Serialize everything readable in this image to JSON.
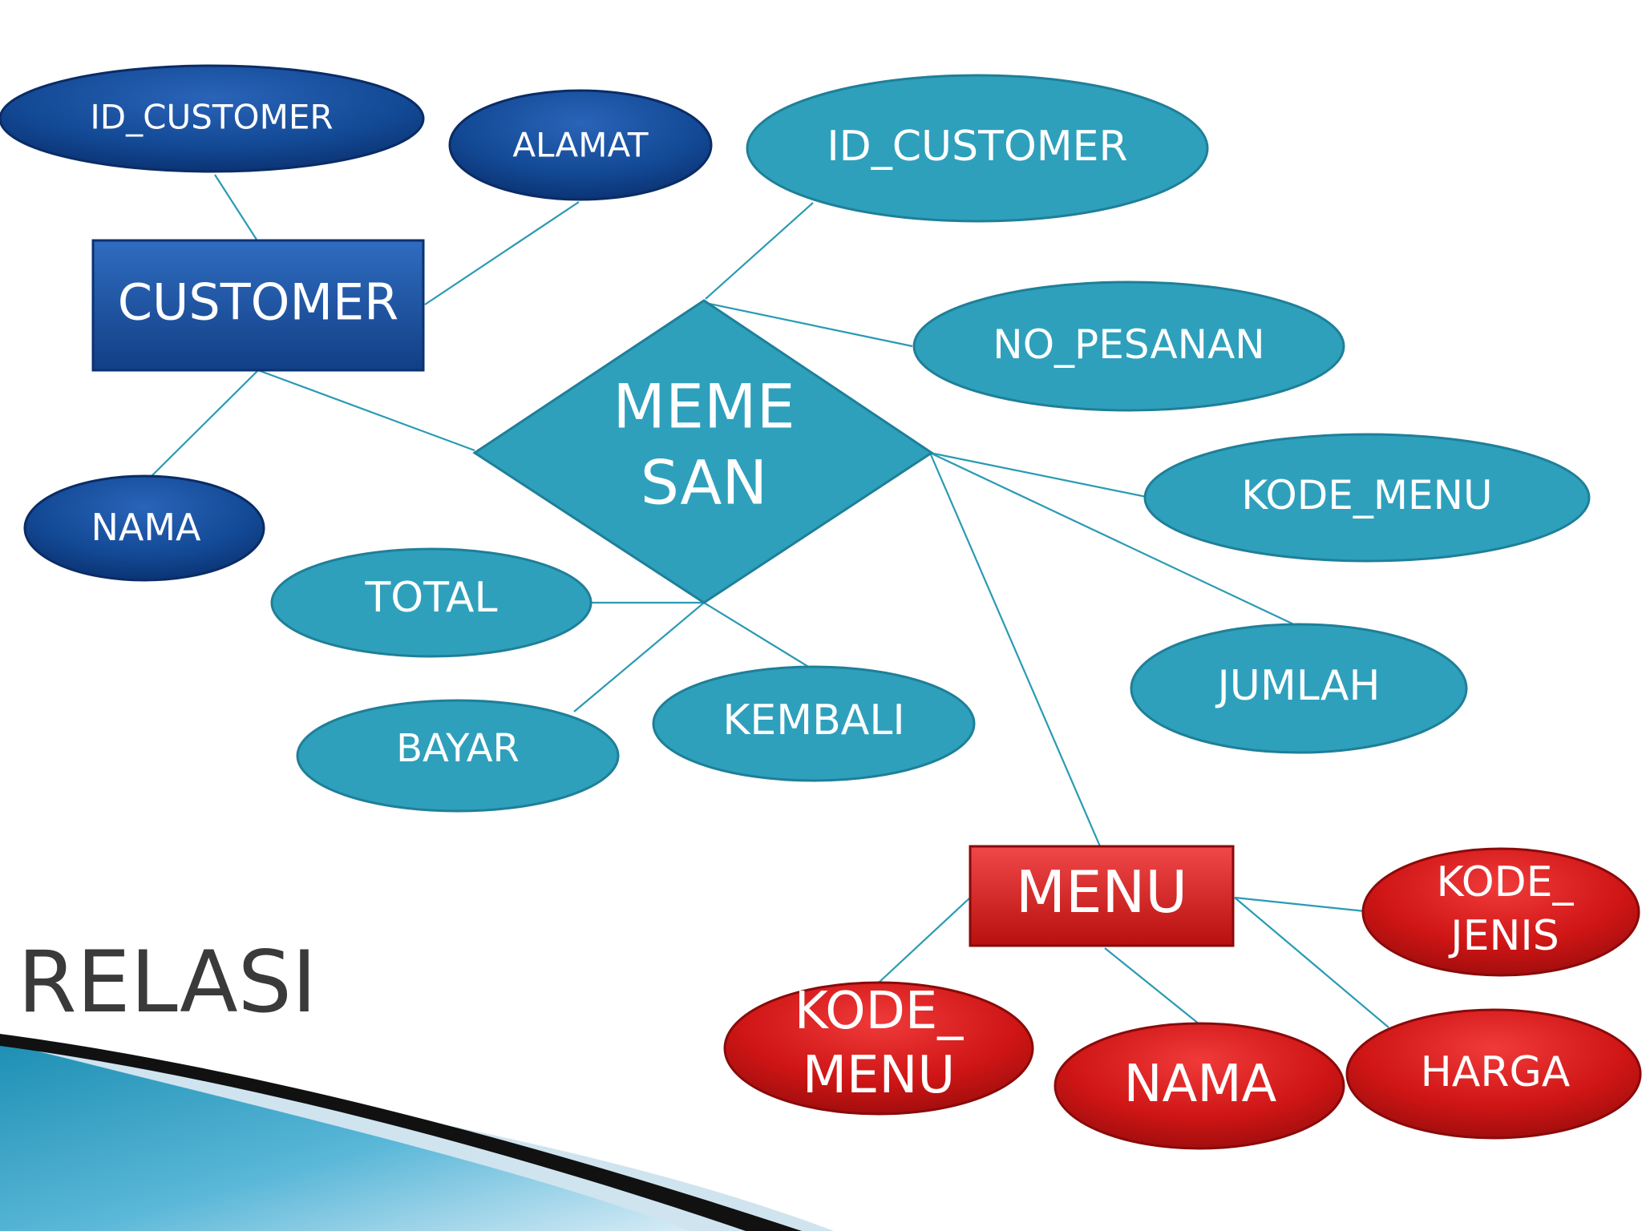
{
  "slide_title": "RELASI",
  "entities": {
    "customer": "CUSTOMER",
    "menu": "MENU"
  },
  "relationship": {
    "line1": "MEME",
    "line2": "SAN"
  },
  "customer_attributes": {
    "id_customer": "ID_CUSTOMER",
    "alamat": "ALAMAT",
    "nama": "NAMA"
  },
  "pemesanan_attributes": {
    "id_customer": "ID_CUSTOMER",
    "no_pesanan": "NO_PESANAN",
    "kode_menu": "KODE_MENU",
    "jumlah": "JUMLAH",
    "total": "TOTAL",
    "bayar": "BAYAR",
    "kembali": "KEMBALI"
  },
  "menu_attributes": {
    "kode_jenis_line1": "KODE_",
    "kode_jenis_line2": "JENIS",
    "kode_menu_line1": "KODE_",
    "kode_menu_line2": "MENU",
    "nama": "NAMA",
    "harga": "HARGA"
  },
  "colors": {
    "customer_blue": "#0f3f87",
    "relation_teal": "#2ea0bc",
    "menu_red": "#c81212",
    "link": "#2a9ab4",
    "title_gray": "#3a3a3a"
  }
}
